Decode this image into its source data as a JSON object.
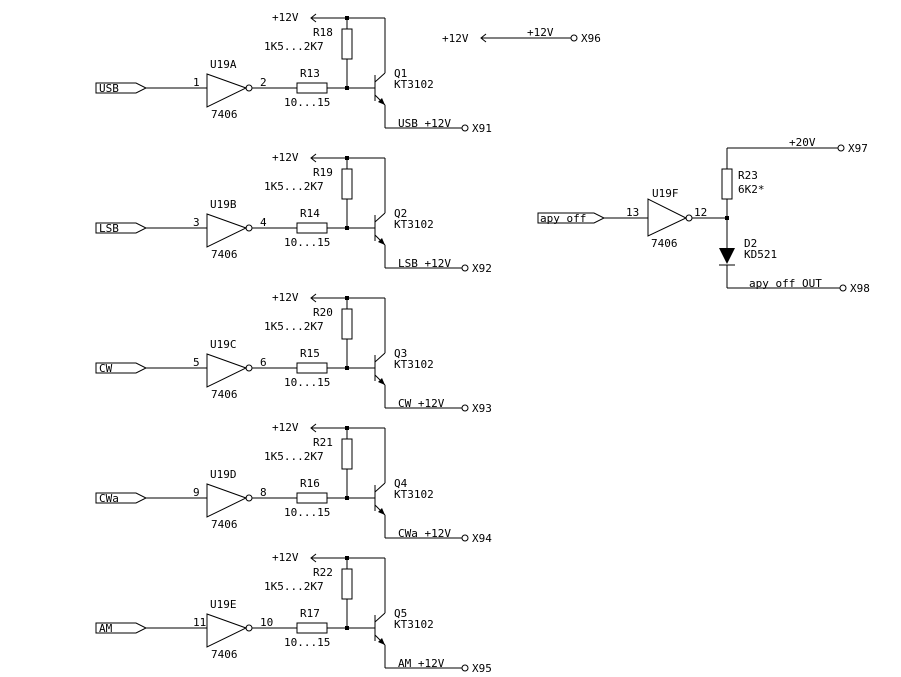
{
  "stages": [
    {
      "port": "USB",
      "gate": "U19A",
      "gate_type": "7406",
      "pin_in": "1",
      "pin_out": "2",
      "r_base": "R13",
      "r_base_val": "10...15",
      "r_pull": "R18",
      "r_pull_val": "1K5...2K7",
      "supply": "+12V",
      "q": "Q1",
      "q_type": "KT3102",
      "out_label": "USB +12V",
      "term": "X91"
    },
    {
      "port": "LSB",
      "gate": "U19B",
      "gate_type": "7406",
      "pin_in": "3",
      "pin_out": "4",
      "r_base": "R14",
      "r_base_val": "10...15",
      "r_pull": "R19",
      "r_pull_val": "1K5...2K7",
      "supply": "+12V",
      "q": "Q2",
      "q_type": "KT3102",
      "out_label": "LSB +12V",
      "term": "X92"
    },
    {
      "port": "CW",
      "gate": "U19C",
      "gate_type": "7406",
      "pin_in": "5",
      "pin_out": "6",
      "r_base": "R15",
      "r_base_val": "10...15",
      "r_pull": "R20",
      "r_pull_val": "1K5...2K7",
      "supply": "+12V",
      "q": "Q3",
      "q_type": "KT3102",
      "out_label": "CW +12V",
      "term": "X93"
    },
    {
      "port": "CWa",
      "gate": "U19D",
      "gate_type": "7406",
      "pin_in": "9",
      "pin_out": "8",
      "r_base": "R16",
      "r_base_val": "10...15",
      "r_pull": "R21",
      "r_pull_val": "1K5...2K7",
      "supply": "+12V",
      "q": "Q4",
      "q_type": "KT3102",
      "out_label": "CWa +12V",
      "term": "X94"
    },
    {
      "port": "AM",
      "gate": "U19E",
      "gate_type": "7406",
      "pin_in": "11",
      "pin_out": "10",
      "r_base": "R17",
      "r_base_val": "10...15",
      "r_pull": "R22",
      "r_pull_val": "1K5...2K7",
      "supply": "+12V",
      "q": "Q5",
      "q_type": "KT3102",
      "out_label": "AM +12V",
      "term": "X95"
    }
  ],
  "power": {
    "left": "+12V",
    "right": "+12V",
    "term": "X96"
  },
  "apy": {
    "port": "apy off",
    "gate": "U19F",
    "gate_type": "7406",
    "pin_in": "13",
    "pin_out": "12",
    "r": "R23",
    "r_val": "6K2*",
    "d": "D2",
    "d_type": "KD521",
    "supply": "+20V",
    "supply_term": "X97",
    "out_label": "apy off OUT",
    "out_term": "X98"
  }
}
